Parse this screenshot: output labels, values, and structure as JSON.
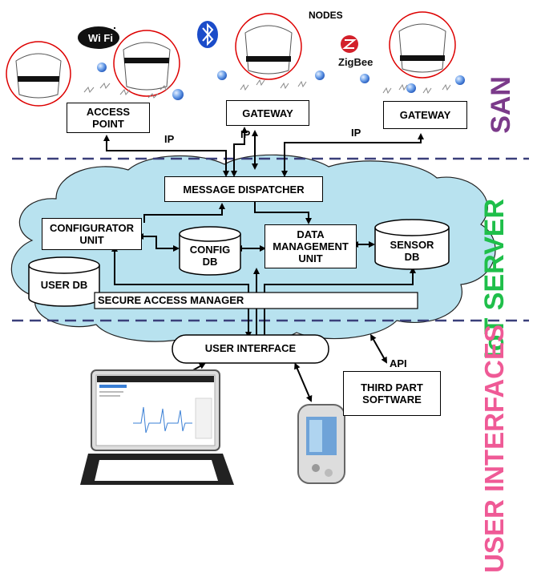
{
  "section_labels": {
    "san": "SAN",
    "iot_server": "IoT SERVER",
    "user_interfaces": "USER INTERFACES"
  },
  "colors": {
    "san": "#7b3a8a",
    "iot": "#1fbf4a",
    "ui": "#ef5a96",
    "cloud_fill": "#b8e2ef",
    "divider": "#3a3f7a"
  },
  "san": {
    "nodes_label": "NODES",
    "wifi_label": "Wi Fi",
    "zigbee_label": "ZigBee",
    "access_point": [
      "ACCESS",
      "POINT"
    ],
    "gateway_1": "GATEWAY",
    "gateway_2": "GATEWAY",
    "ip_labels": [
      "IP",
      "IP",
      "IP"
    ]
  },
  "server": {
    "message_dispatcher": "MESSAGE DISPATCHER",
    "configurator_unit": [
      "CONFIGURATOR",
      "UNIT"
    ],
    "config_db": [
      "CONFIG",
      "DB"
    ],
    "data_management_unit": [
      "DATA",
      "MANAGEMENT",
      "UNIT"
    ],
    "sensor_db": [
      "SENSOR",
      "DB"
    ],
    "user_db": "USER DB",
    "secure_access_manager": "SECURE ACCESS MANAGER"
  },
  "interfaces": {
    "user_interface": "USER INTERFACE",
    "api_label": "API",
    "third_party": [
      "THIRD PART",
      "SOFTWARE"
    ]
  },
  "icons": [
    "wifi-logo-icon",
    "bluetooth-icon",
    "zigbee-icon",
    "laptop-icon",
    "smartphone-icon"
  ]
}
